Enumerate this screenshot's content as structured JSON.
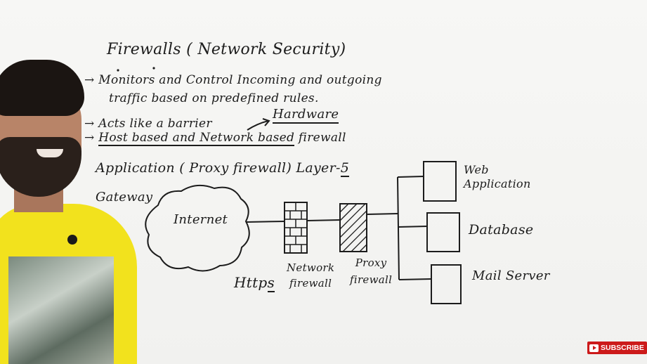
{
  "board": {
    "title": "Firewalls ( Network Security)",
    "bullet1_line1": "→ Monitors and Control Incoming and outgoing",
    "bullet1_line2": "traffic based on predefined rules.",
    "bullet2": "→ Acts like a barrier",
    "hardware": "Hardware",
    "bullet3_prefix": "→ ",
    "bullet3_underlined": "Host based and Network based",
    "bullet3_suffix": " firewall",
    "application_prefix": "Application ( Proxy firewall) Layer-",
    "layer_number": "5",
    "gateway": "Gateway"
  },
  "diagram": {
    "internet": "Internet",
    "network_firewall_line1": "Network",
    "network_firewall_line2": "firewall",
    "proxy_firewall_line1": "Proxy",
    "proxy_firewall_line2": "firewall",
    "https_prefix": "Http",
    "https_suffix": "s",
    "web_line1": "Web",
    "web_line2": "Application",
    "database": "Database",
    "mail_server": "Mail Server"
  },
  "overlay": {
    "subscribe_label": "SUBSCRIBE"
  },
  "colors": {
    "ink": "#1c1c1c",
    "shirt": "#f2e21d",
    "subscribe_red": "#cc1a1a"
  }
}
